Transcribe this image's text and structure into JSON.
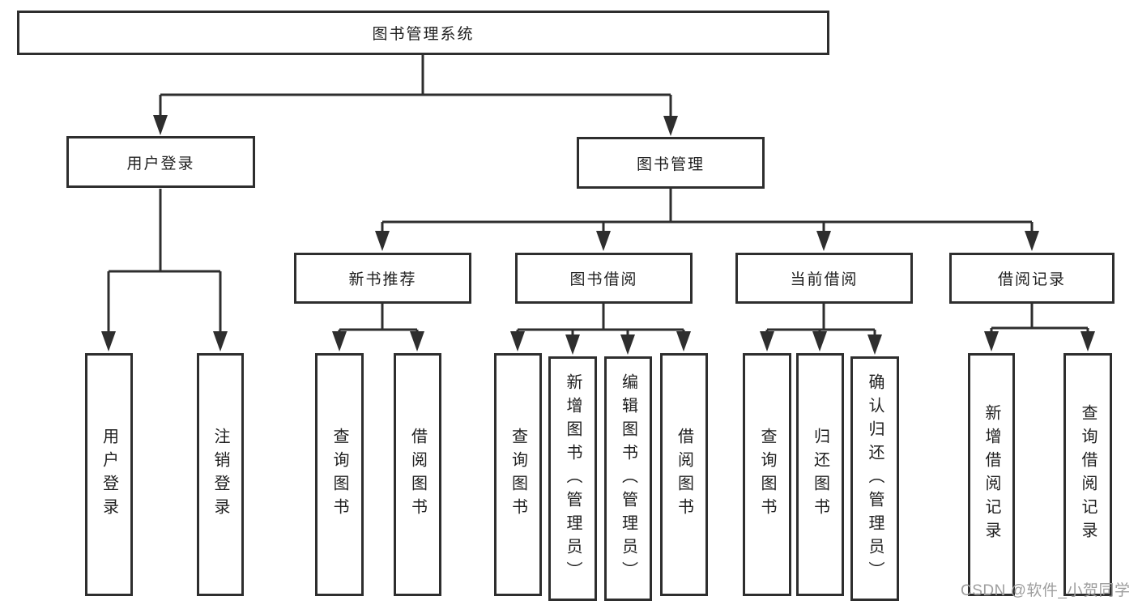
{
  "tree": {
    "root": "图书管理系统",
    "login": {
      "label": "用户登录",
      "leaves": [
        "用户登录",
        "注销登录"
      ]
    },
    "management": {
      "label": "图书管理",
      "sections": [
        {
          "label": "新书推荐",
          "leaves": [
            "查询图书",
            "借阅图书"
          ]
        },
        {
          "label": "图书借阅",
          "leaves": [
            "查询图书",
            "新增图书（管理员）",
            "编辑图书（管理员）",
            "借阅图书"
          ]
        },
        {
          "label": "当前借阅",
          "leaves": [
            "查询图书",
            "归还图书",
            "确认归还（管理员）"
          ]
        },
        {
          "label": "借阅记录",
          "leaves": [
            "新增借阅记录",
            "查询借阅记录"
          ]
        }
      ]
    }
  },
  "watermark": "CSDN @软件_小贺同学",
  "colors": {
    "line": "#2e2e2e",
    "text": "#1f1f1f",
    "watermark": "#9e9e9e",
    "background": "#ffffff"
  }
}
